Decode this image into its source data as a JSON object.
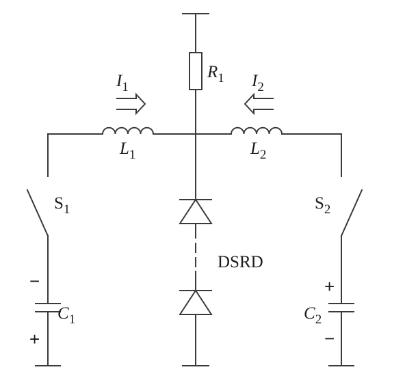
{
  "resistor": {
    "main": "R",
    "sub": "1"
  },
  "current_left": {
    "main": "I",
    "sub": "1"
  },
  "current_right": {
    "main": "I",
    "sub": "2"
  },
  "inductor_left": {
    "main": "L",
    "sub": "1"
  },
  "inductor_right": {
    "main": "L",
    "sub": "2"
  },
  "switch_left": {
    "main": "S",
    "sub": "1"
  },
  "switch_right": {
    "main": "S",
    "sub": "2"
  },
  "capacitor_left": {
    "main": "C",
    "sub": "1",
    "top_sign": "−",
    "bottom_sign": "+"
  },
  "capacitor_right": {
    "main": "C",
    "sub": "2",
    "top_sign": "+",
    "bottom_sign": "−"
  },
  "diode_stack_label": "DSRD"
}
